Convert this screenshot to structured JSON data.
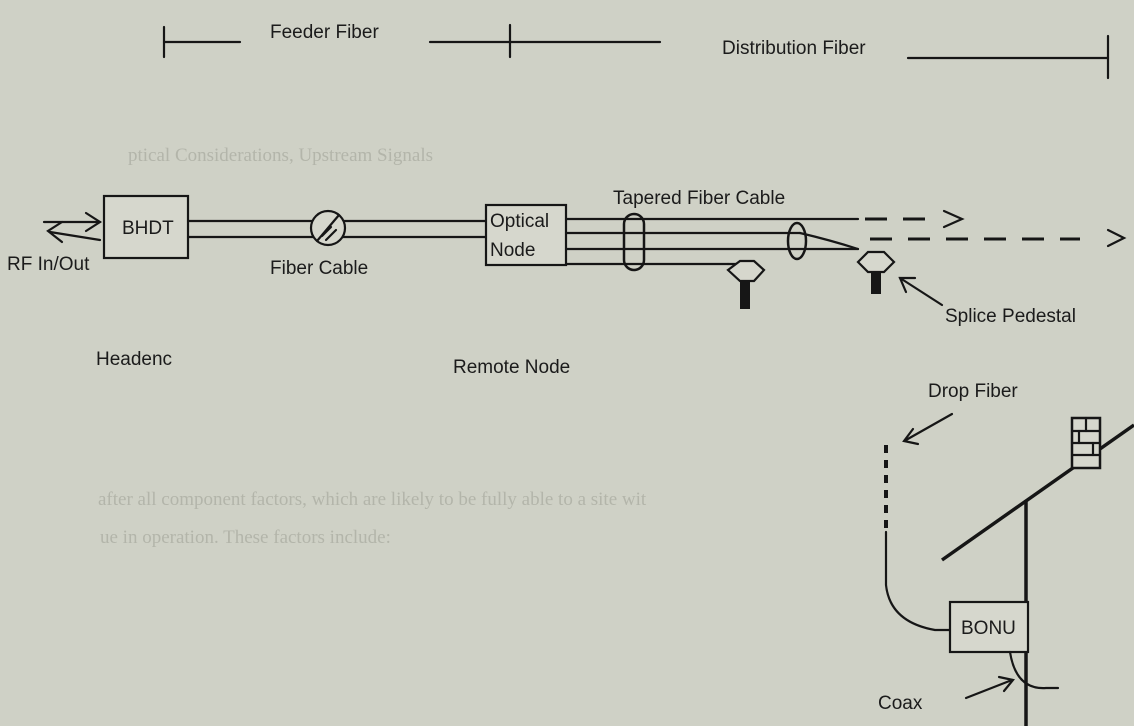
{
  "labels": {
    "feeder_fiber": "Feeder Fiber",
    "distribution_fiber": "Distribution Fiber",
    "tapered_fiber_cable": "Tapered Fiber Cable",
    "bhdt": "BHDT",
    "optical_node_line1": "Optical",
    "optical_node_line2": "Node",
    "rf_in_out": "RF In/Out",
    "fiber_cable": "Fiber Cable",
    "headend": "Headenc",
    "remote_node": "Remote Node",
    "splice_pedestal": "Splice Pedestal",
    "drop_fiber": "Drop Fiber",
    "bonu": "BONU",
    "coax": "Coax"
  },
  "background_text": {
    "lines": [
      "ptical Considerations, Upstream Signals",
      "after all component factors, which are likely to be fully able to a site wit",
      "ue in operation. These factors include:"
    ]
  },
  "colors": {
    "paper": "#cfd1c6",
    "ink": "#161616",
    "faded_text": "#b3b5aa"
  }
}
